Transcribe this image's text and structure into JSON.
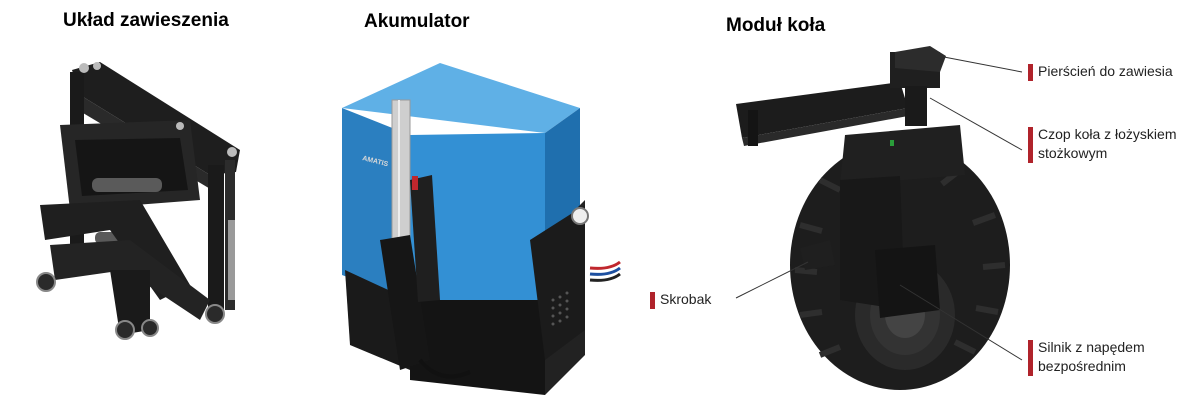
{
  "sections": {
    "suspension": {
      "title": "Układ zawieszenia"
    },
    "battery": {
      "title": "Akumulator",
      "brand": "AMATIS"
    },
    "wheel_module": {
      "title": "Moduł koła"
    }
  },
  "callouts": {
    "ring": "Pierścień do zawiesia",
    "kingpin": "Czop koła z łożyskiem stożkowym",
    "scraper": "Skrobak",
    "motor": "Silnik z napędem bezpośrednim"
  },
  "colors": {
    "accent": "#b0232b",
    "battery_blue": "#2e86c8",
    "frame_black": "#1c1c1c"
  }
}
